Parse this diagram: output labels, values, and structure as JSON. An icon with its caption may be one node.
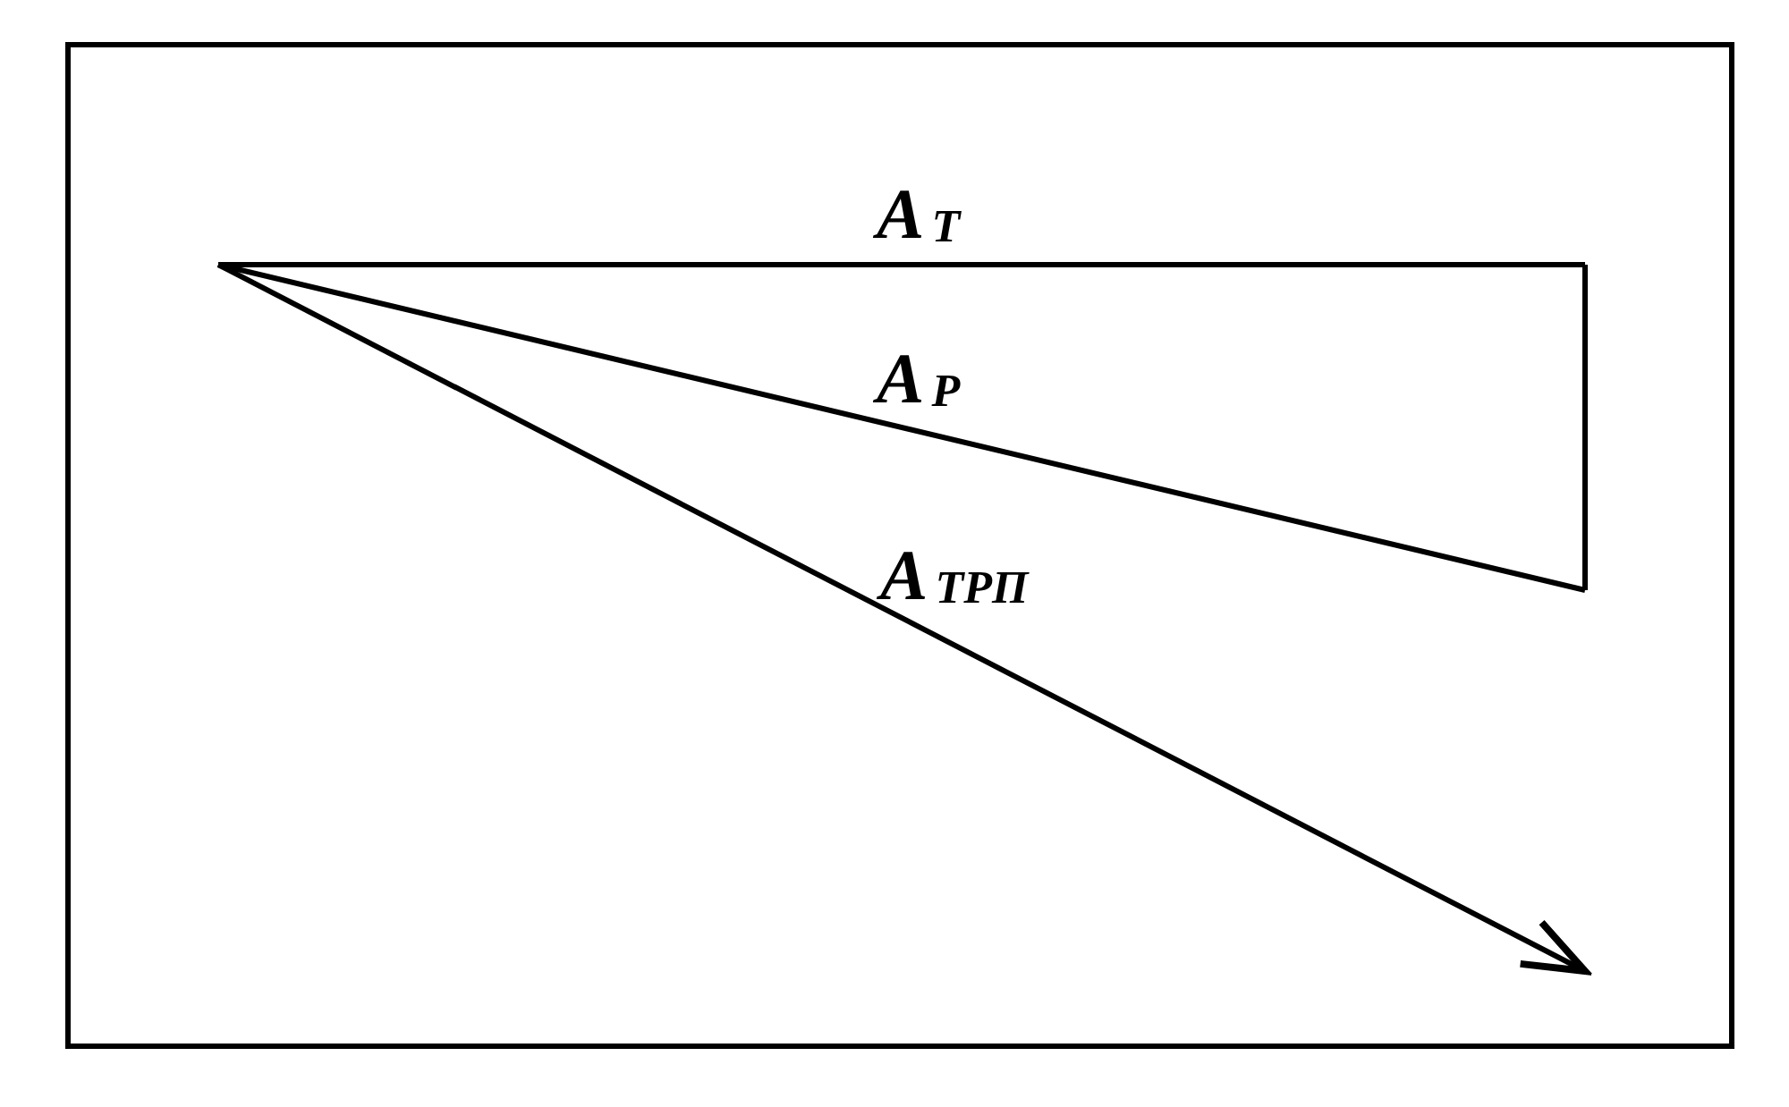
{
  "diagram": {
    "labels": [
      "A$_{T}$",
      "A$_{P}$",
      "A$_{TPП}$"
    ]
  }
}
